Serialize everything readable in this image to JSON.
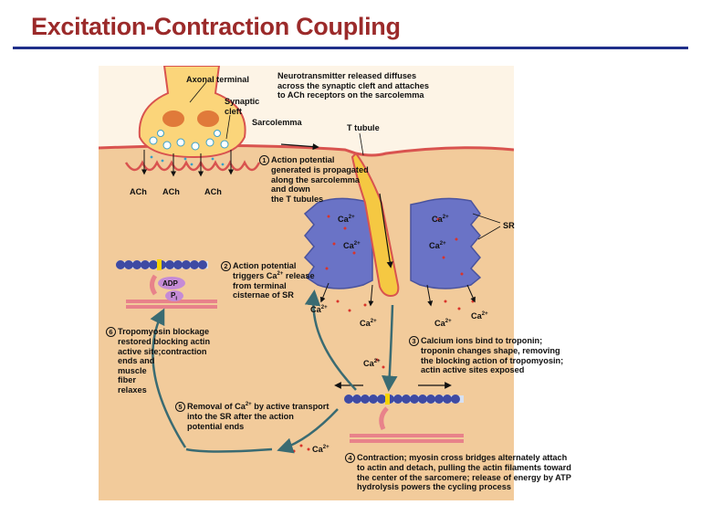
{
  "title": "Excitation-Contraction Coupling",
  "labels": {
    "axonal_terminal": "Axonal terminal",
    "synaptic_cleft": [
      "Synaptic",
      "cleft"
    ],
    "sarcolemma": "Sarcolemma",
    "t_tubule": "T tubule",
    "sr": "SR",
    "ach": "ACh",
    "adp": "ADP",
    "pi": "P",
    "pi_sub": "i",
    "ca": "Ca",
    "ca_sup": "2+"
  },
  "neurotransmitter_note": [
    "Neurotransmitter released diffuses",
    "across the synaptic cleft and attaches",
    "to ACh receptors on the sarcolemma"
  ],
  "steps": [
    {
      "number": "1",
      "lines": [
        "Action potential",
        "generated is propagated",
        "along the sarcolemma",
        "and down",
        "the T tubules"
      ]
    },
    {
      "number": "2",
      "lines": [
        "Action potential",
        "triggers Ca|2+| release",
        "from terminal",
        "cisternae of SR"
      ]
    },
    {
      "number": "3",
      "lines": [
        "Calcium ions bind to troponin;",
        "troponin changes shape, removing",
        "the blocking action of tropomyosin;",
        "actin active sites exposed"
      ]
    },
    {
      "number": "4",
      "lines": [
        "Contraction; myosin cross bridges alternately attach",
        "to actin and detach, pulling the actin filaments toward",
        "the center of the sarcomere; release of energy by ATP",
        "hydrolysis powers the cycling process"
      ]
    },
    {
      "number": "5",
      "lines": [
        "Removal of Ca|2+| by active transport",
        "into the SR after the action",
        "potential ends"
      ]
    },
    {
      "number": "6",
      "lines": [
        "Tropomyosin blockage",
        "restored blocking actin",
        "active site;contraction",
        "ends and",
        "muscle",
        "fiber",
        "relaxes"
      ]
    }
  ],
  "colors": {
    "title": "#9b2a2a",
    "title_rule": "#1f2f8a",
    "cytoplasm": "#f2cb9b",
    "synaptic_space": "#fdf4e6",
    "membrane": "#d9534f",
    "axon": "#fbd57a",
    "sr": "#6a73c6",
    "actin": "#3e4aa3",
    "myosin": "#e8828a",
    "t_tubule": "#f5c842",
    "arrow": "#3a6b72"
  }
}
